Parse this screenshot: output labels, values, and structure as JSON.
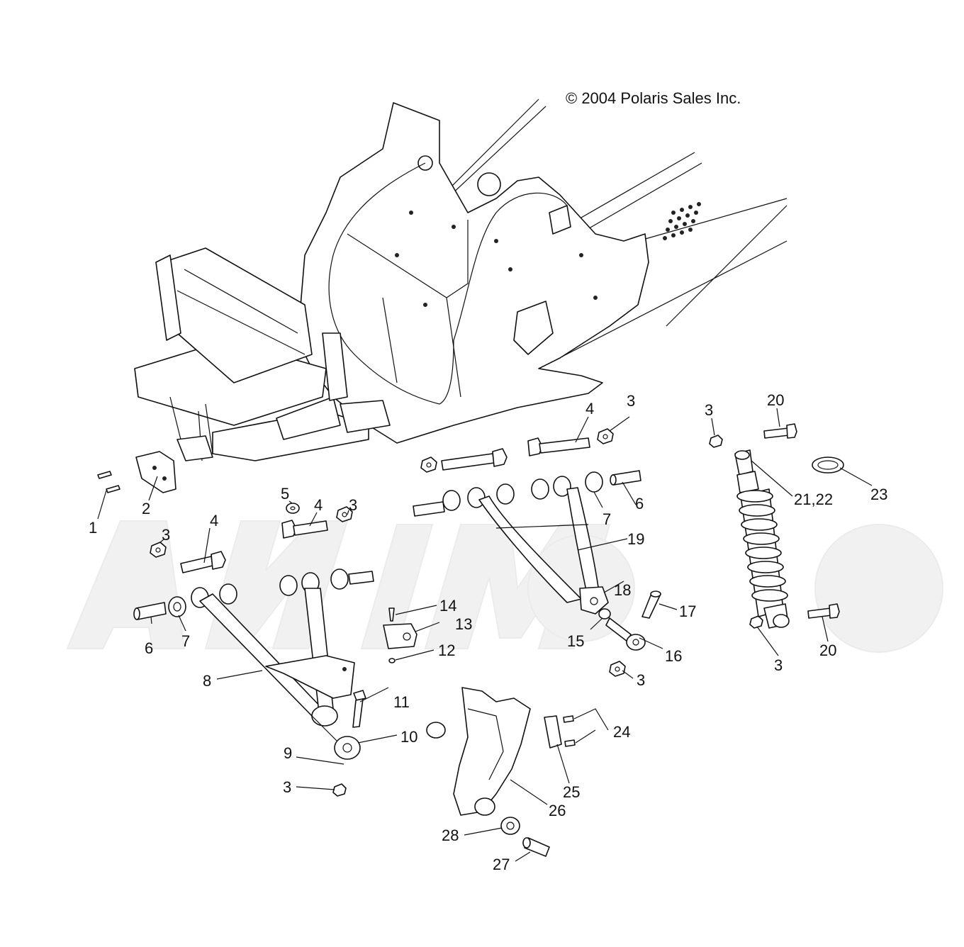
{
  "copyright": "© 2004 Polaris Sales Inc.",
  "callouts": [
    {
      "id": "c1",
      "text": "1"
    },
    {
      "id": "c2",
      "text": "2"
    },
    {
      "id": "c3a",
      "text": "3"
    },
    {
      "id": "c4a",
      "text": "4"
    },
    {
      "id": "c5",
      "text": "5"
    },
    {
      "id": "c4b",
      "text": "4"
    },
    {
      "id": "c3b",
      "text": "3"
    },
    {
      "id": "c6a",
      "text": "6"
    },
    {
      "id": "c7a",
      "text": "7"
    },
    {
      "id": "c8",
      "text": "8"
    },
    {
      "id": "c9",
      "text": "9"
    },
    {
      "id": "c10",
      "text": "10"
    },
    {
      "id": "c11",
      "text": "11"
    },
    {
      "id": "c3c",
      "text": "3"
    },
    {
      "id": "c12",
      "text": "12"
    },
    {
      "id": "c13",
      "text": "13"
    },
    {
      "id": "c14",
      "text": "14"
    },
    {
      "id": "c4c",
      "text": "4"
    },
    {
      "id": "c3d",
      "text": "3"
    },
    {
      "id": "c6b",
      "text": "6"
    },
    {
      "id": "c7b",
      "text": "7"
    },
    {
      "id": "c19",
      "text": "19"
    },
    {
      "id": "c18",
      "text": "18"
    },
    {
      "id": "c17",
      "text": "17"
    },
    {
      "id": "c15",
      "text": "15"
    },
    {
      "id": "c16",
      "text": "16"
    },
    {
      "id": "c3e",
      "text": "3"
    },
    {
      "id": "c3f",
      "text": "3"
    },
    {
      "id": "c20a",
      "text": "20"
    },
    {
      "id": "c2122",
      "text": "21,22"
    },
    {
      "id": "c23",
      "text": "23"
    },
    {
      "id": "c3g",
      "text": "3"
    },
    {
      "id": "c20b",
      "text": "20"
    },
    {
      "id": "c24",
      "text": "24"
    },
    {
      "id": "c25",
      "text": "25"
    },
    {
      "id": "c26",
      "text": "26"
    },
    {
      "id": "c28",
      "text": "28"
    },
    {
      "id": "c27",
      "text": "27"
    }
  ]
}
